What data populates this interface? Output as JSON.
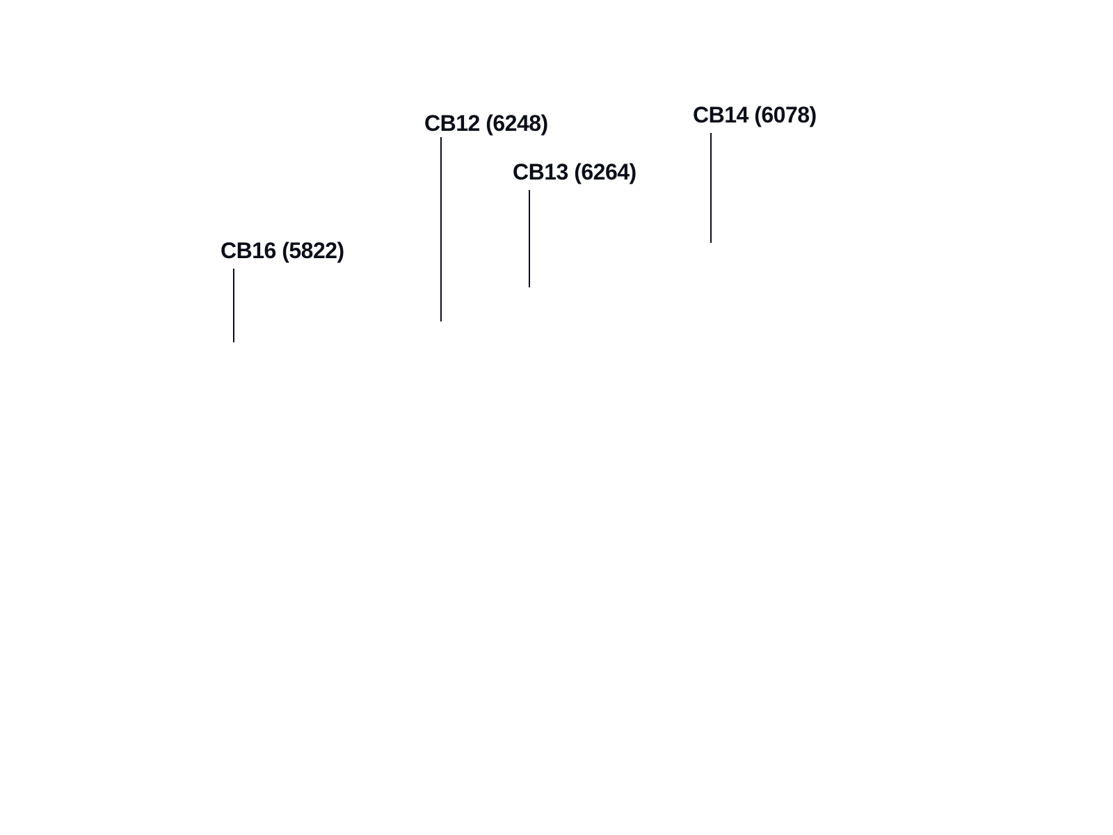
{
  "markers": [
    {
      "id": "CB16",
      "value": "5822",
      "label": "CB16 (5822)"
    },
    {
      "id": "CB12",
      "value": "6248",
      "label": "CB12 (6248)"
    },
    {
      "id": "CB13",
      "value": "6264",
      "label": "CB13 (6264)"
    },
    {
      "id": "CB14",
      "value": "6078",
      "label": "CB14 (6078)"
    }
  ],
  "colors": {
    "ink": "#0b0e18",
    "background": "#ffffff"
  }
}
